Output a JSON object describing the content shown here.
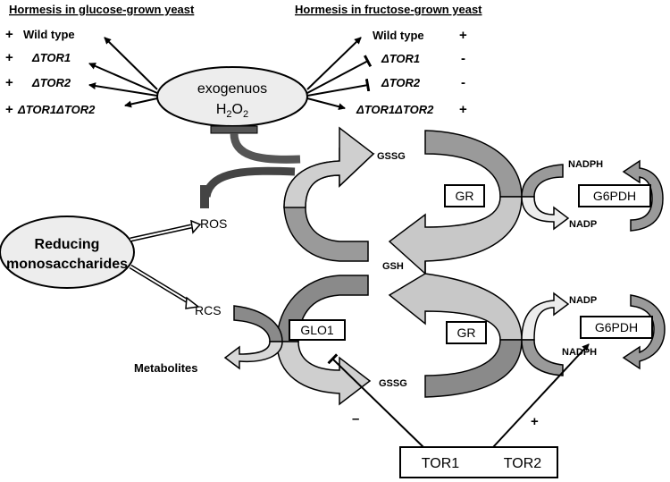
{
  "headers": {
    "glucose": "Hormesis in glucose-grown yeast",
    "fructose": "Hormesis in fructose-grown yeast"
  },
  "glucose_strains": [
    {
      "sign": "+",
      "label": "Wild type"
    },
    {
      "sign": "+",
      "label": "ΔTOR1"
    },
    {
      "sign": "+",
      "label": "ΔTOR2"
    },
    {
      "sign": "+",
      "label": "ΔTOR1ΔTOR2"
    }
  ],
  "fructose_strains": [
    {
      "sign": "+",
      "label": "Wild type"
    },
    {
      "sign": "-",
      "label": "ΔTOR1"
    },
    {
      "sign": "-",
      "label": "ΔTOR2"
    },
    {
      "sign": "+",
      "label": "ΔTOR1ΔTOR2"
    }
  ],
  "h2o2": {
    "line1": "exogenuos",
    "h": "H",
    "sub1": "2",
    "o": "O",
    "sub2": "2"
  },
  "reducing": {
    "line1": "Reducing",
    "line2": "monosaccharides"
  },
  "ros": "ROS",
  "rcs": "RCS",
  "metabolites": "Metabolites",
  "gssg_top": "GSSG",
  "gsh": "GSH",
  "gssg_bottom": "GSSG",
  "gr_top": "GR",
  "gr_bottom": "GR",
  "glo1": "GLO1",
  "g6pdh_top": "G6PDH",
  "g6pdh_bottom": "G6PDH",
  "nadph_top": "NADPH",
  "nadp_top": "NADP",
  "nadp_bottom": "NADP",
  "nadph_bottom": "NADPH",
  "tor1": "TOR1",
  "tor2": "TOR2",
  "minus_sign": "–",
  "plus_sign": "+"
}
